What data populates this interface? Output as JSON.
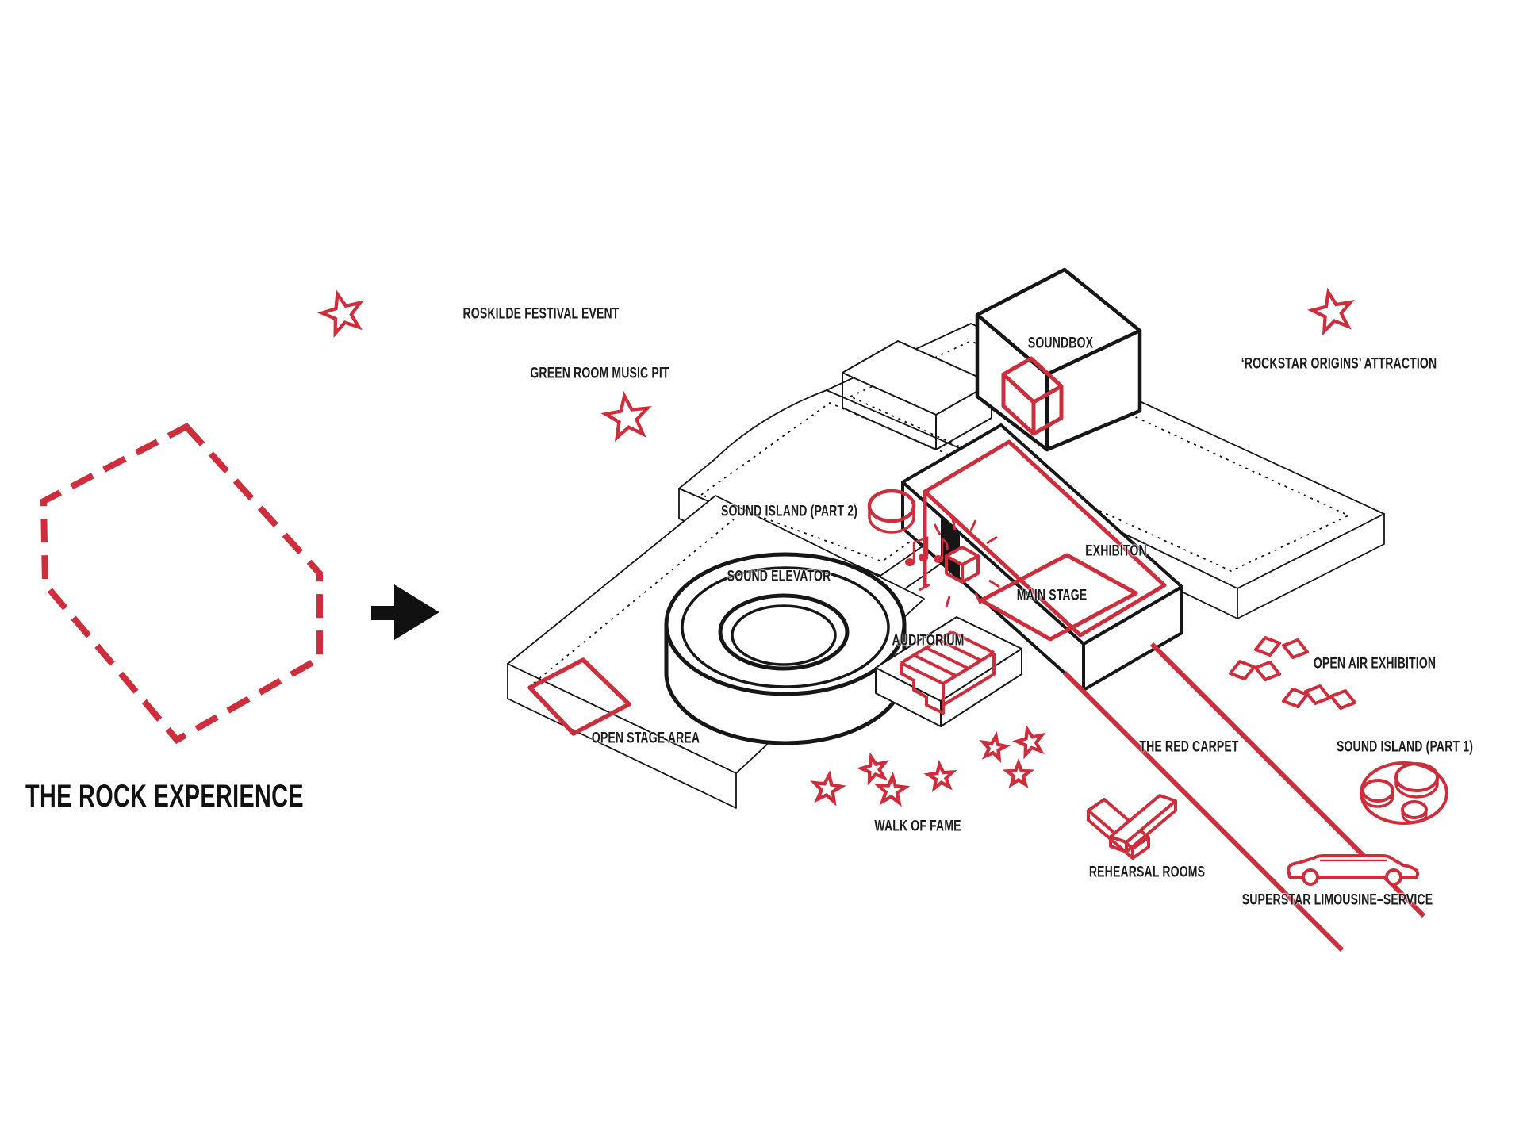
{
  "title": "THE ROCK EXPERIENCE",
  "colors": {
    "accent_red": "#CE2D3C",
    "line_black": "#161616"
  },
  "diagram": {
    "labels": {
      "roskilde_festival_event": "ROSKILDE FESTIVAL EVENT",
      "green_room_music_pit": "GREEN ROOM MUSIC PIT",
      "soundbox": "SOUNDBOX",
      "rockstar_origins_attraction": "‘ROCKSTAR ORIGINS’ ATTRACTION",
      "sound_island_part_2": "SOUND ISLAND (PART 2)",
      "sound_elevator": "SOUND ELEVATOR",
      "exhibiton": "EXHIBITON",
      "main_stage": "MAIN STAGE",
      "auditorium": "AUDITORIUM",
      "open_stage_area": "OPEN STAGE AREA",
      "walk_of_fame": "WALK OF FAME",
      "the_red_carpet": "THE RED CARPET",
      "open_air_exhibition": "OPEN AIR EXHIBITION",
      "sound_island_part_1": "SOUND ISLAND (PART 1)",
      "rehearsal_rooms": "REHEARSAL ROOMS",
      "superstar_limousine_service": "SUPERSTAR LIMOUSINE–SERVICE"
    }
  }
}
